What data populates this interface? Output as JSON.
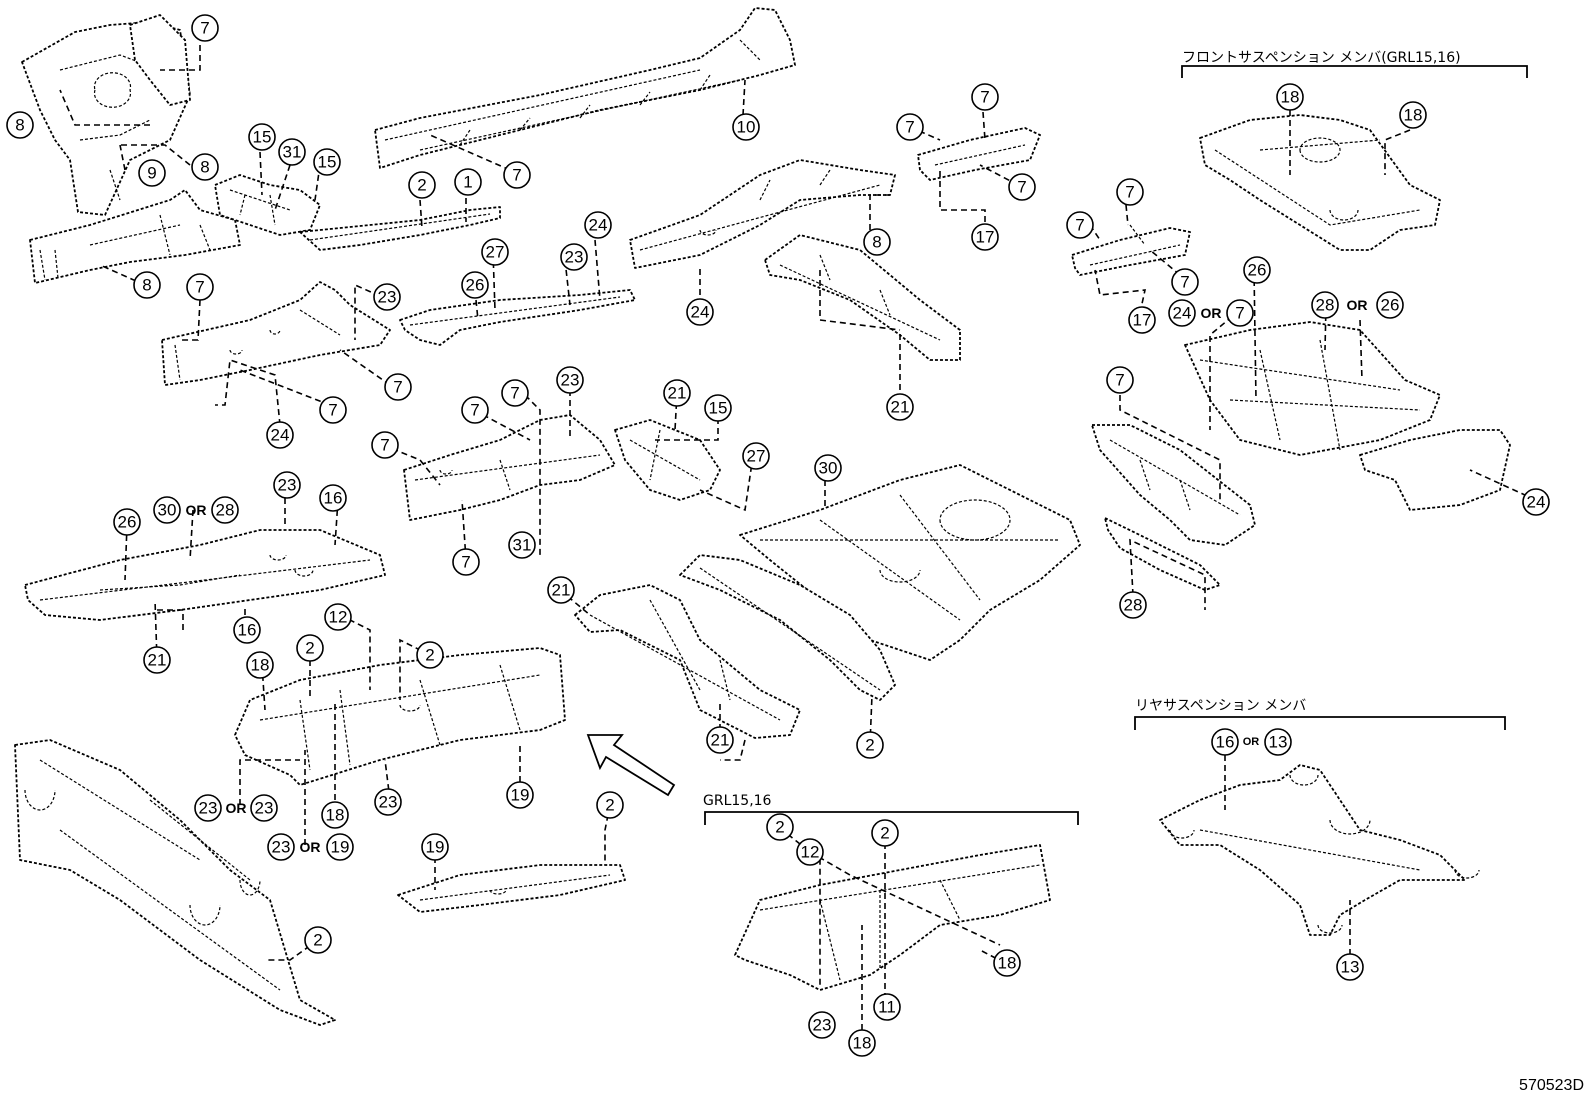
{
  "figure_id": "570523D",
  "labels": {
    "l01": "7",
    "l02": "8",
    "l03": "9",
    "l04": "8",
    "l05": "8",
    "l06": "15",
    "l07": "31",
    "l08": "15",
    "l09": "10",
    "l10": "7",
    "l11": "2",
    "l12": "1",
    "l13": "7",
    "l14": "7",
    "l15": "7",
    "l16": "17",
    "l17": "8",
    "l18": "24",
    "l19": "21",
    "l20": "18",
    "l21": "18",
    "l22": "7",
    "l23": "7",
    "l24": "7",
    "l25": "17",
    "l26": "7",
    "l27": "23",
    "l28": "7",
    "l29": "7",
    "l30": "24",
    "l31": "24",
    "l32": "27",
    "l33": "23",
    "l34": "26",
    "l35": "26",
    "l36": "28",
    "l37": "26",
    "l38": "24",
    "l39": "7",
    "l40": "7",
    "l41": "23",
    "l42": "7",
    "l43": "7",
    "l44": "7",
    "l45": "7",
    "l46": "31",
    "l47": "21",
    "l48": "15",
    "l49": "27",
    "l50": "30",
    "l51": "24",
    "l52": "28",
    "l53": "23",
    "l54": "30",
    "l55": "28",
    "l56": "26",
    "l57": "16",
    "l58": "16",
    "l59": "21",
    "l60": "21",
    "l61": "21",
    "l62": "2",
    "l63": "12",
    "l64": "2",
    "l65": "2",
    "l66": "18",
    "l67": "23",
    "l68": "23",
    "l69": "18",
    "l70": "23",
    "l71": "23",
    "l72": "19",
    "l73": "19",
    "l74": "19",
    "l75": "2",
    "l76": "2",
    "l77": "2",
    "l78": "12",
    "l79": "2",
    "l80": "18",
    "l81": "23",
    "l82": "18",
    "l83": "11",
    "l84": "16",
    "l85": "13"
  },
  "or_text": "OR",
  "groups": {
    "front_suspension_member": "フロントサスペンション メンバ(GRL15,16)",
    "rear_suspension_member": "リヤサスペンション メンバ",
    "grl": "GRL15,16"
  }
}
